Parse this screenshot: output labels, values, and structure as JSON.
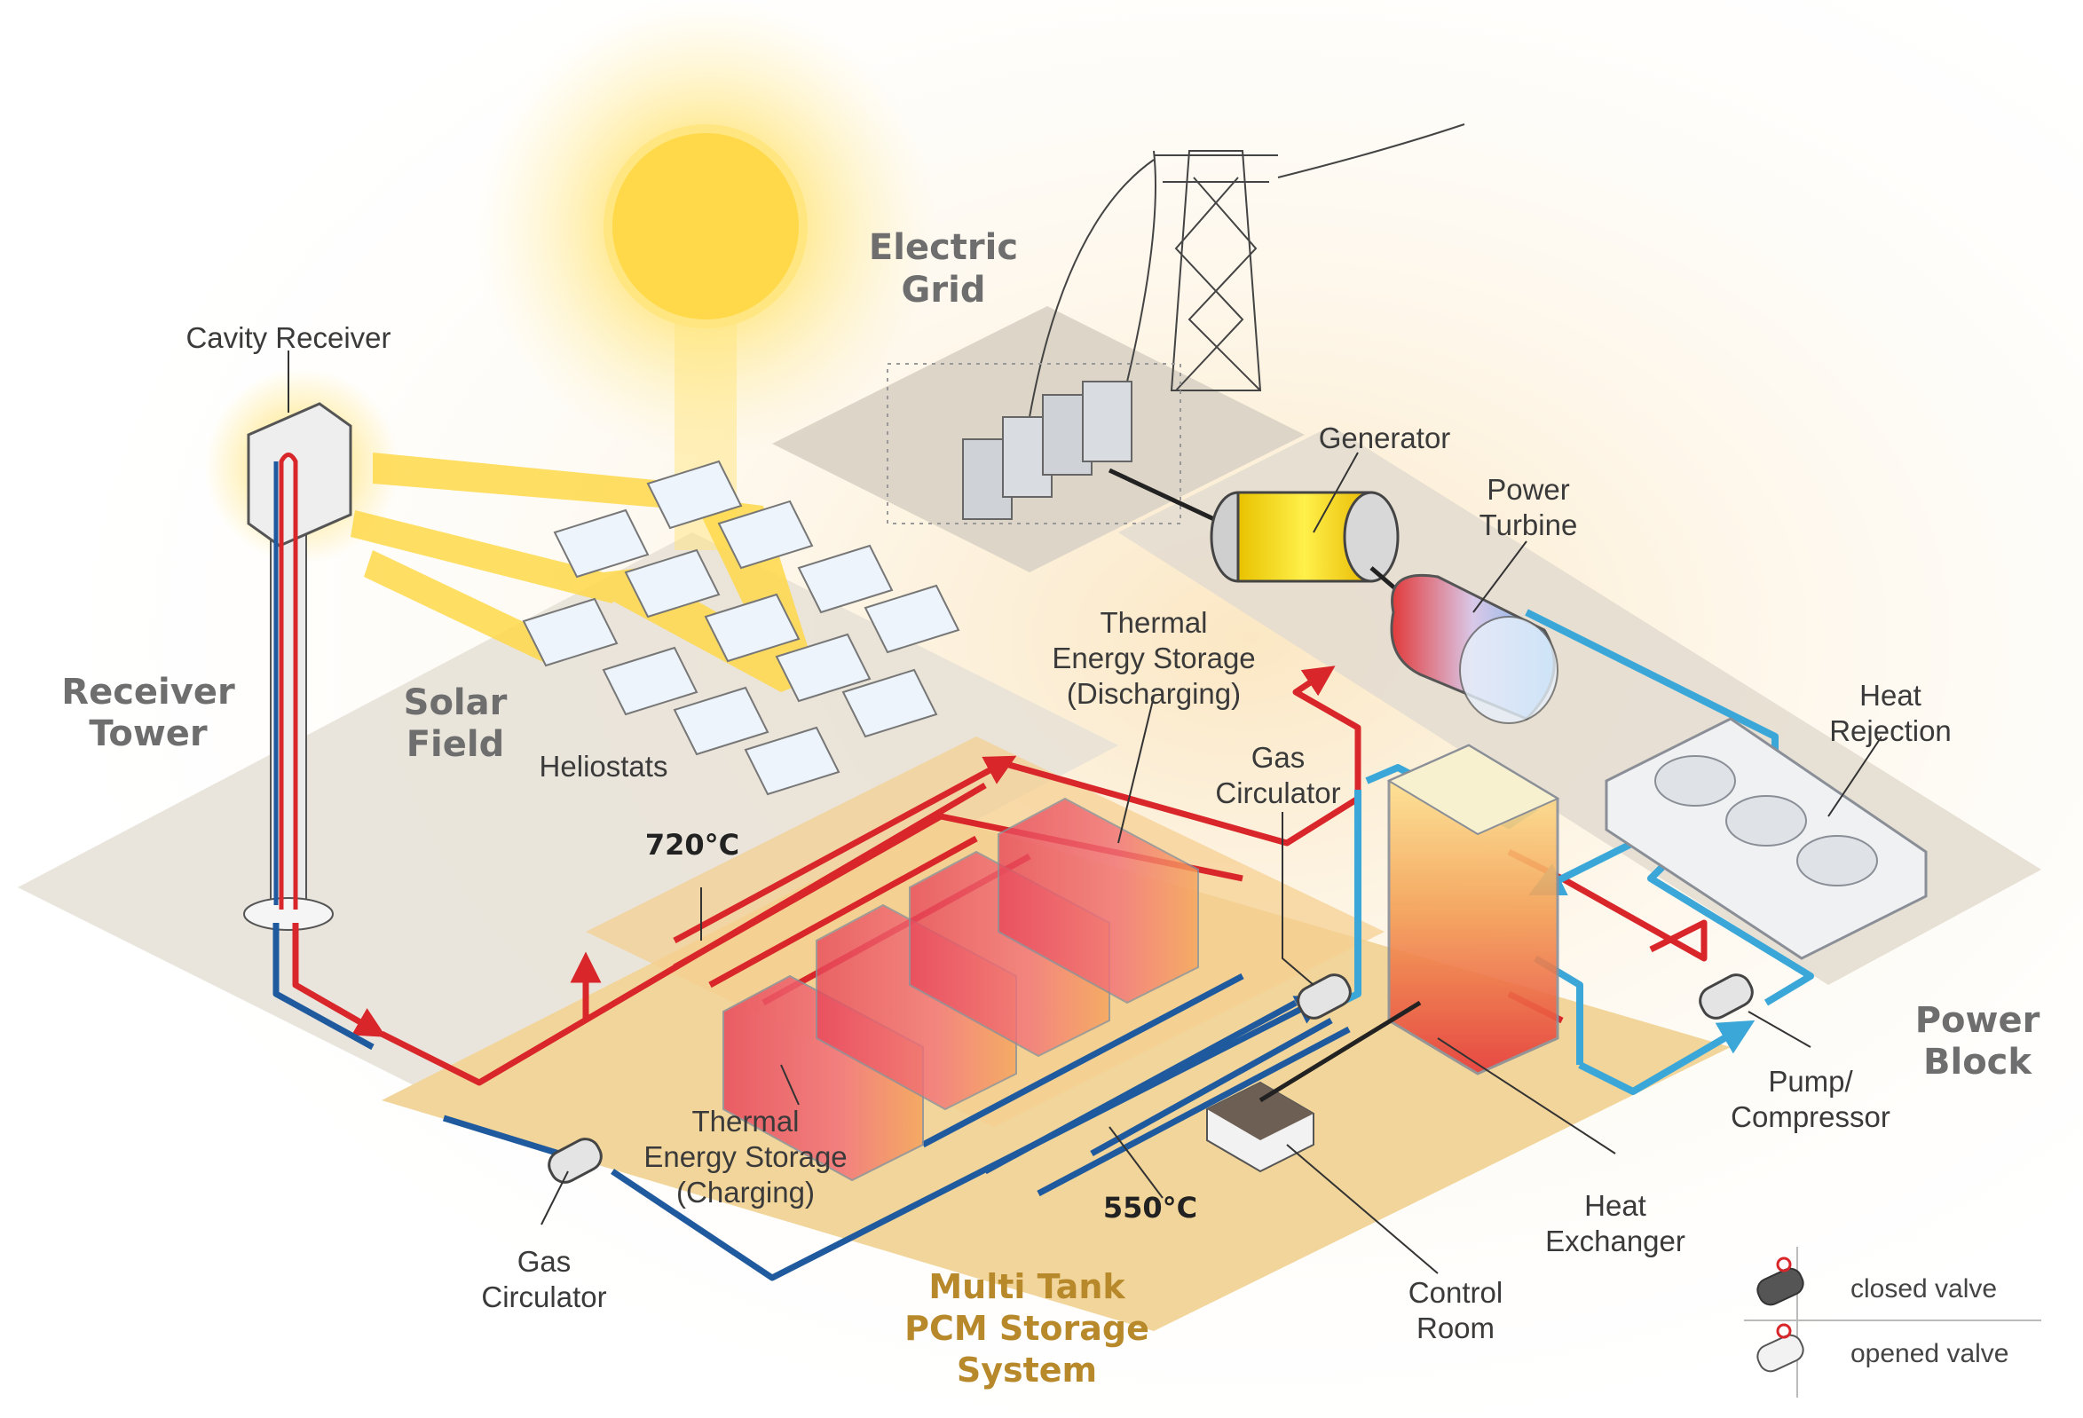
{
  "labels": {
    "cavity_receiver": "Cavity Receiver",
    "electric_grid_line1": "Electric",
    "electric_grid_line2": "Grid",
    "generator": "Generator",
    "power_turbine_line1": "Power",
    "power_turbine_line2": "Turbine",
    "tes_discharging_line1": "Thermal",
    "tes_discharging_line2": "Energy Storage",
    "tes_discharging_line3": "(Discharging)",
    "receiver_tower_line1": "Receiver",
    "receiver_tower_line2": "Tower",
    "solar_field_line1": "Solar",
    "solar_field_line2": "Field",
    "heliostats": "Heliostats",
    "gas_circulator_top_line1": "Gas",
    "gas_circulator_top_line2": "Circulator",
    "heat_rejection_line1": "Heat",
    "heat_rejection_line2": "Rejection",
    "temp_hot": "720°C",
    "temp_cold": "550°C",
    "tes_charging_line1": "Thermal",
    "tes_charging_line2": "Energy Storage",
    "tes_charging_line3": "(Charging)",
    "power_block_line1": "Power",
    "power_block_line2": "Block",
    "pump_compressor_line1": "Pump/",
    "pump_compressor_line2": "Compressor",
    "gas_circulator_bottom_line1": "Gas",
    "gas_circulator_bottom_line2": "Circulator",
    "heat_exchanger_line1": "Heat",
    "heat_exchanger_line2": "Exchanger",
    "multi_tank_line1": "Multi Tank",
    "multi_tank_line2": "PCM Storage",
    "multi_tank_line3": "System",
    "control_room_line1": "Control",
    "control_room_line2": "Room"
  },
  "legend": {
    "closed_valve": "closed valve",
    "opened_valve": "opened valve"
  },
  "colors": {
    "hot_line": "#d8262a",
    "cold_line": "#1f5a9e",
    "coolant_line": "#3aa7d8",
    "sun": "#ffd94a",
    "storage_pad": "#f2d59a",
    "ground": "#d9d3c7"
  }
}
